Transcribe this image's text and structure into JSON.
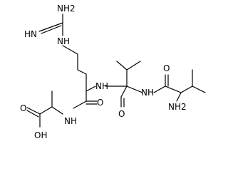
{
  "molecule": {
    "labels": {
      "nh2_guan": "NH2",
      "nh_imine": "HN",
      "nh_guan_link": "NH",
      "oh": "OH",
      "o_acid": "O",
      "nh_ala": "NH",
      "o_arg": "O",
      "nh_arg_val": "NH",
      "o_val": "O",
      "nh_val_val": "NH",
      "o_val2": "O",
      "nh2_val": "NH2"
    }
  }
}
